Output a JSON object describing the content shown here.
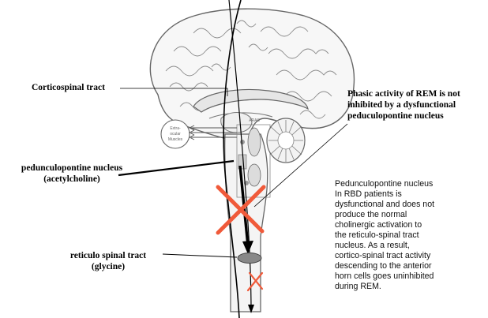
{
  "labels": {
    "corticospinal": "Corticospinal tract",
    "ppn_line1": "pedunculopontine nucleus",
    "ppn_line2": "(acetylcholine)",
    "reticulo_line1": "reticulo spinal tract",
    "reticulo_line2": "(glycine)",
    "phasic_line1": "Phasic activity of REM is not",
    "phasic_line2": "inhibited by a dysfunctional",
    "phasic_line3": "peduculopontine nucleus",
    "extraocular_line1": "Extra-",
    "extraocular_line2": "ocular",
    "extraocular_line3": "Muscles",
    "aras": "ARAS"
  },
  "note_lines": [
    "Pedunculopontine nucleus",
    "In RBD patients is",
    "dysfunctional and does not",
    "produce the normal",
    "cholinergic activation to",
    "the reticulo-spinal tract",
    "nucleus. As a result,",
    "cortico-spinal tract activity",
    "descending to the anterior",
    "horn cells goes uninhibited",
    "during REM."
  ],
  "colors": {
    "cross": "#f05a3a",
    "drawing": "#555555",
    "nucleus_fill": "#888888",
    "text": "#000000"
  }
}
